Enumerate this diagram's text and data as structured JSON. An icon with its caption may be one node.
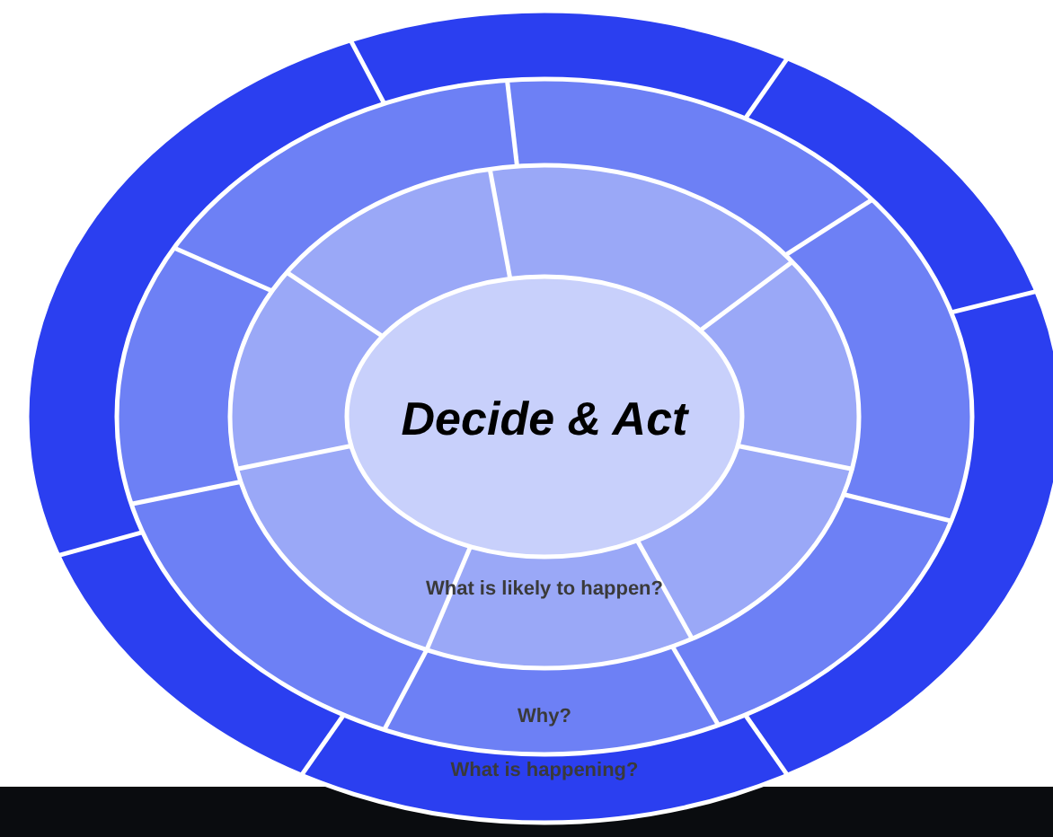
{
  "diagram": {
    "nodes": [
      {
        "text": [
          "Decide & Act"
        ]
      },
      {
        "text": [
          "What is likely to happen?"
        ]
      },
      {
        "text": [
          "Why?"
        ]
      },
      {
        "text": [
          "What is happening?"
        ]
      }
    ]
  }
}
